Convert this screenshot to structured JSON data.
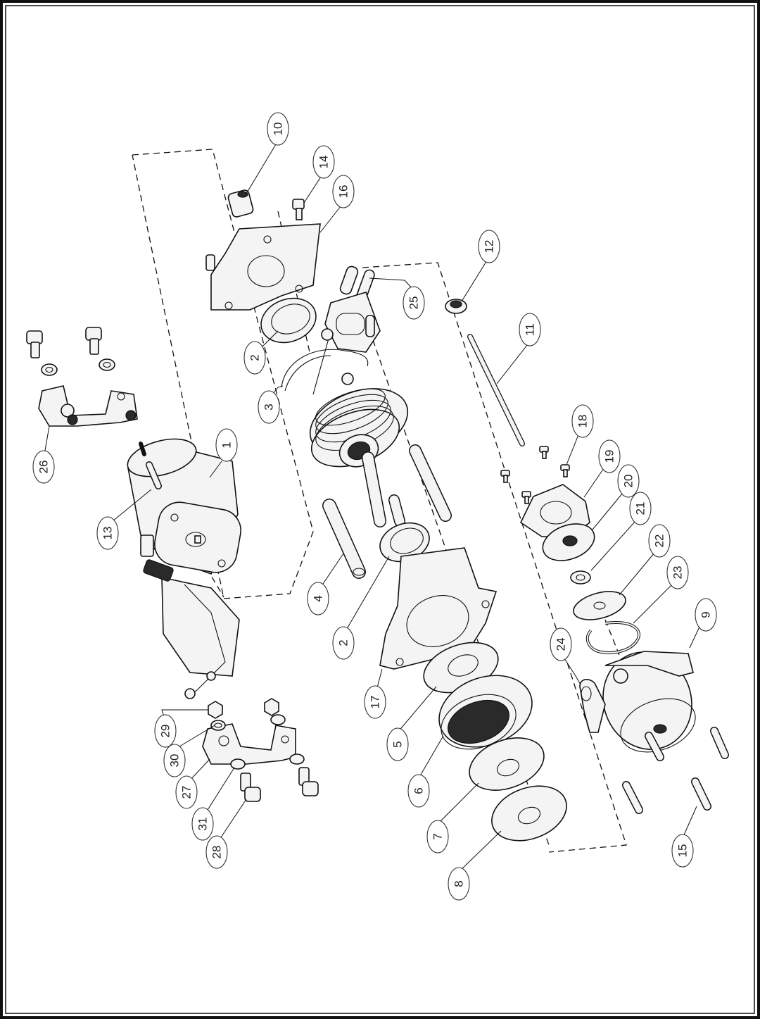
{
  "callouts": [
    {
      "label": "1"
    },
    {
      "label": "2"
    },
    {
      "label": "2"
    },
    {
      "label": "3"
    },
    {
      "label": "4"
    },
    {
      "label": "5"
    },
    {
      "label": "6"
    },
    {
      "label": "7"
    },
    {
      "label": "8"
    },
    {
      "label": "9"
    },
    {
      "label": "10"
    },
    {
      "label": "11"
    },
    {
      "label": "12"
    },
    {
      "label": "13"
    },
    {
      "label": "14"
    },
    {
      "label": "15"
    },
    {
      "label": "16"
    },
    {
      "label": "17"
    },
    {
      "label": "18"
    },
    {
      "label": "19"
    },
    {
      "label": "20"
    },
    {
      "label": "21"
    },
    {
      "label": "22"
    },
    {
      "label": "23"
    },
    {
      "label": "24"
    },
    {
      "label": "25"
    },
    {
      "label": "26"
    },
    {
      "label": "27"
    },
    {
      "label": "28"
    },
    {
      "label": "29"
    },
    {
      "label": "30"
    },
    {
      "label": "31"
    }
  ]
}
